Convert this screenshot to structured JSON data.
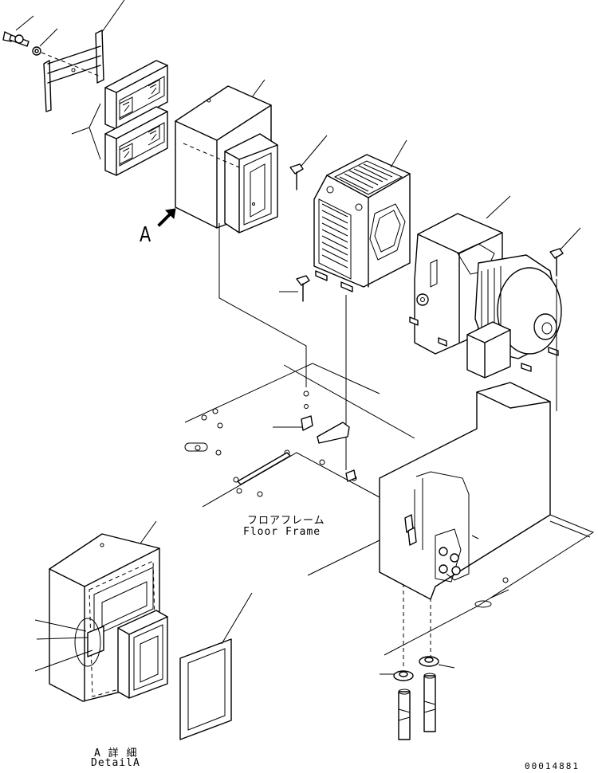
{
  "labels": {
    "view_marker": "A",
    "floor_frame_jp": "フロアフレーム",
    "floor_frame_en": "Floor Frame",
    "detail_jp": "A 詳 細",
    "detail_en": "DetailA",
    "drawing_number": "00014881"
  },
  "colors": {
    "line": "#000000",
    "background": "#ffffff"
  }
}
